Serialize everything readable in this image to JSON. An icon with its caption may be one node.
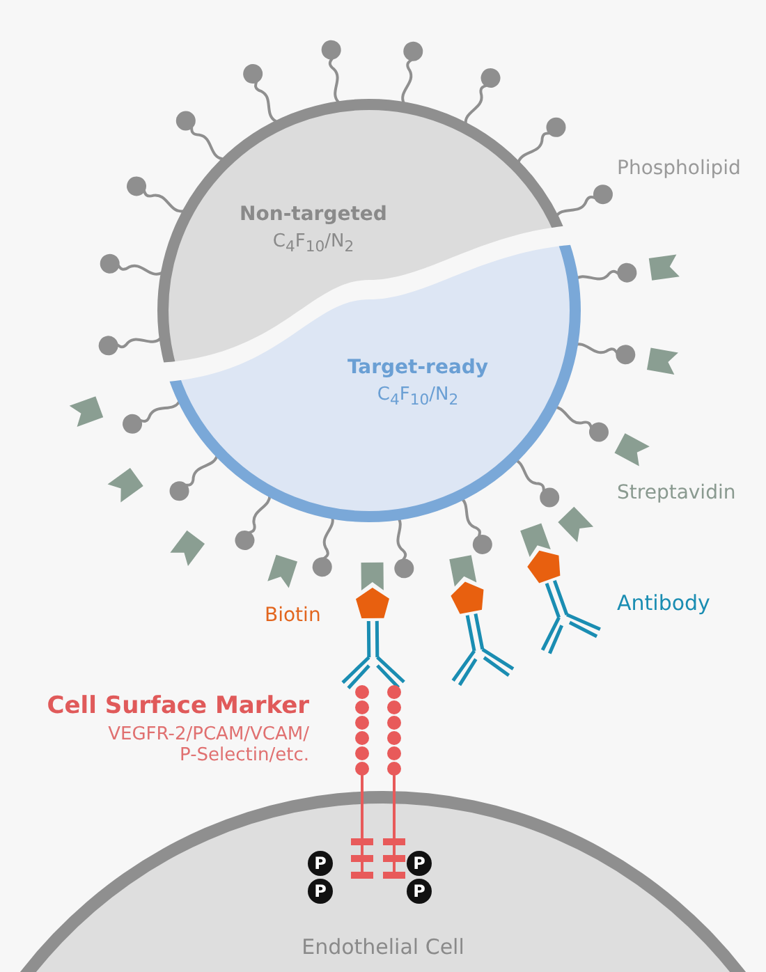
{
  "diagram": {
    "nodes": [
      {
        "text": [
          "Non-targeted",
          "C$_{4}$F$_{10}$/N$_{2}$"
        ]
      },
      {
        "text": [
          "Target-ready",
          "C$_{4}$F$_{10}$/N$_{2}$"
        ]
      },
      {
        "text": [
          "Endothelial Cell"
        ]
      },
      {
        "text": [
          "P"
        ],
        "in": 2
      },
      {
        "text": [
          "P"
        ],
        "in": 2
      },
      {
        "text": [
          "P"
        ],
        "in": 2
      },
      {
        "text": [
          "P"
        ],
        "in": 2
      }
    ],
    "labels": [
      "Phospholipid",
      "Streptavidin",
      "Biotin",
      "Antibody",
      "Cell Surface Marker",
      "VEGFR-2/PCAM/VCAM/ P-Selectin/etc."
    ]
  }
}
